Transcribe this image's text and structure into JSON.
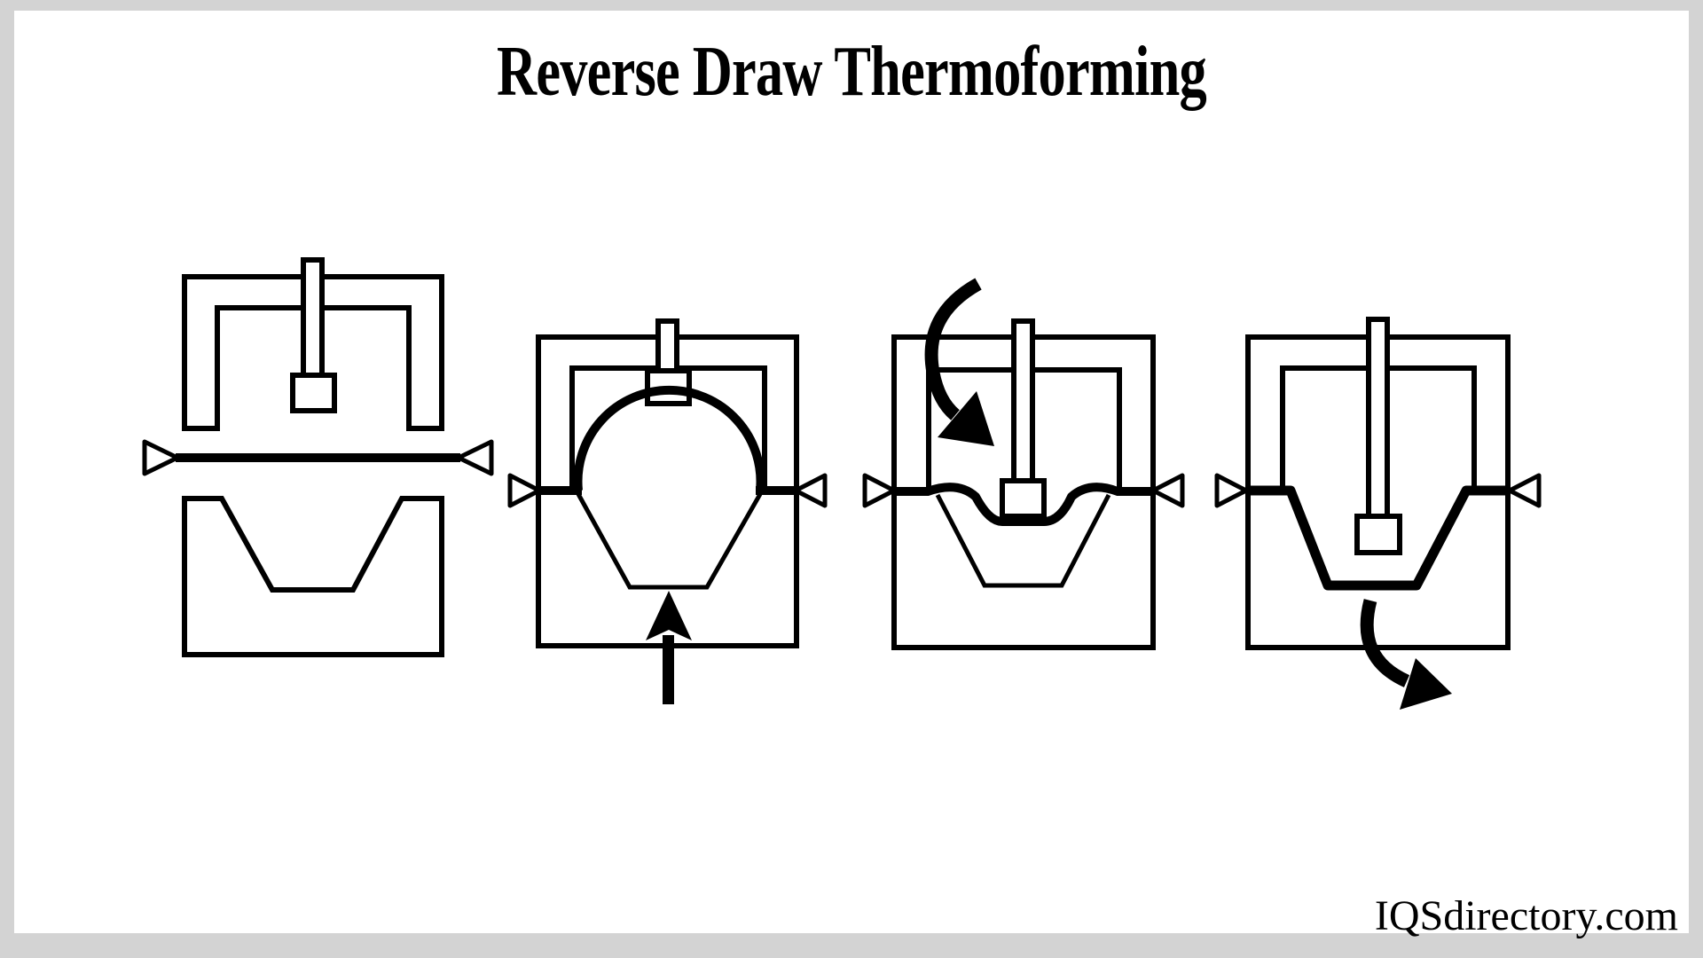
{
  "title": "Reverse Draw Thermoforming",
  "watermark": "IQSdirectory.com",
  "colors": {
    "ink": "#000000",
    "background": "#ffffff",
    "frame": "#d3d3d3"
  },
  "stages": [
    "sheet-clamped-between-plug-and-mold",
    "bubble-pre-stretch-air-blown-upward",
    "plug-pressed-down-into-bubble",
    "formed-part-in-mold-ejected"
  ]
}
